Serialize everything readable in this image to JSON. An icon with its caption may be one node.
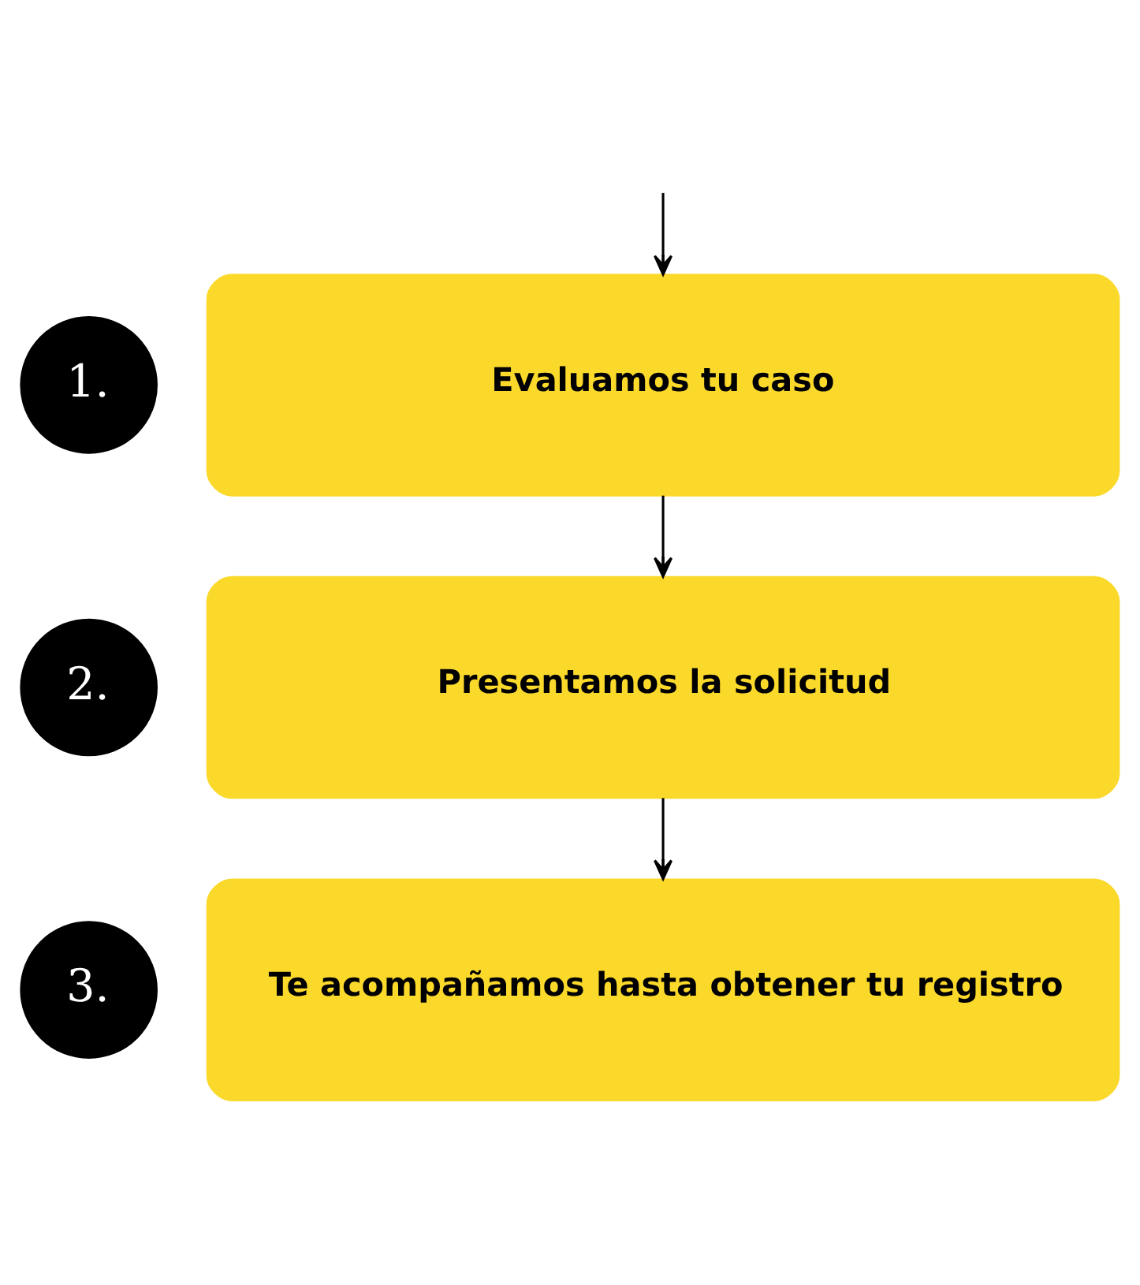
{
  "diagram": {
    "nodes": [
      {
        "text": [
          "1."
        ]
      },
      {
        "text": [
          "Evaluamos tu caso"
        ]
      },
      {
        "text": [
          "2."
        ]
      },
      {
        "text": [
          "Presentamos la solicitud"
        ]
      },
      {
        "text": [
          "3."
        ]
      },
      {
        "text": [
          "Te acompañamos hasta obtener tu registro"
        ]
      }
    ],
    "edges": [
      {
        "from": null,
        "to": 1,
        "arrow": "to"
      },
      {
        "from": 1,
        "to": 3,
        "arrow": "to"
      },
      {
        "from": 3,
        "to": 5,
        "arrow": "to"
      }
    ]
  }
}
